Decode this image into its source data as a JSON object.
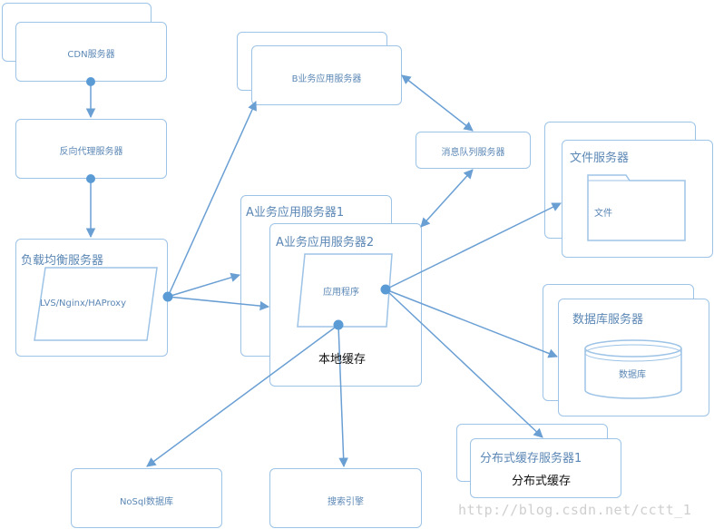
{
  "nodes": {
    "cdn": "CDN服务器",
    "reverse_proxy": "反向代理服务器",
    "load_balancer": "负载均衡服务器",
    "lb_software": "LVS/Nginx/HAProxy",
    "app_b": "B业务应用服务器",
    "mq": "消息队列服务器",
    "app_a1": "A业务应用服务器1",
    "app_a2": "A业务应用服务器2",
    "app_program": "应用程序",
    "local_cache": "本地缓存",
    "file_server": "文件服务器",
    "file_item": "文件",
    "db_server": "数据库服务器",
    "db_item": "数据库",
    "dist_cache_server": "分布式缓存服务器1",
    "dist_cache": "分布式缓存",
    "nosql": "NoSql数据库",
    "search": "搜索引擎"
  },
  "watermark": "http://blog.csdn.net/cctt_1",
  "colors": {
    "line": "#6a9fd4",
    "border": "#9dc3e6",
    "dot": "#5b9bd5",
    "text": "#5b87b5"
  }
}
